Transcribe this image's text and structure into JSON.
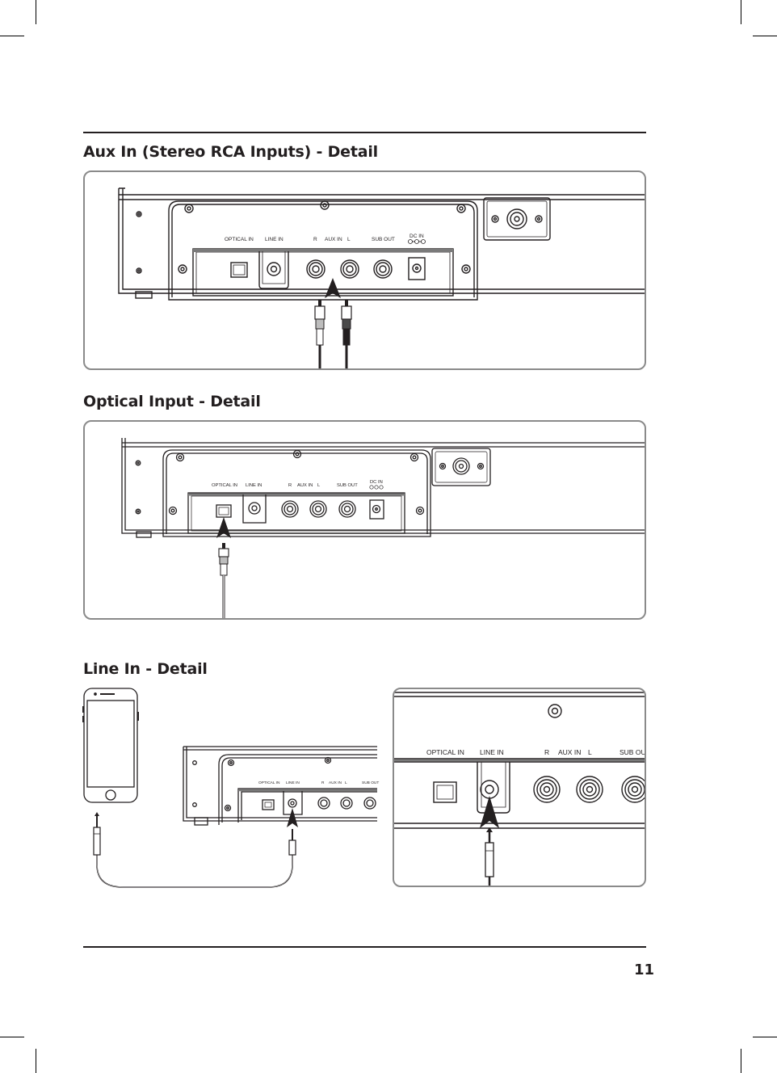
{
  "sections": {
    "aux": {
      "title": "Aux In (Stereo RCA Inputs) - Detail",
      "labels": {
        "optical": "OPTICAL IN",
        "line": "LINE IN",
        "r": "R",
        "aux": "AUX IN",
        "l": "L",
        "sub": "SUB OUT",
        "dc": "DC IN"
      }
    },
    "optical": {
      "title": "Optical Input - Detail",
      "labels": {
        "optical": "OPTICAL IN",
        "line": "LINE IN",
        "r": "R",
        "aux": "AUX IN",
        "l": "L",
        "sub": "SUB OUT",
        "dc": "DC IN"
      }
    },
    "linein": {
      "title": "Line In - Detail",
      "small_labels": {
        "optical": "OPTICAL IN",
        "line": "LINE IN",
        "r": "R",
        "aux": "AUX IN",
        "l": "L",
        "sub": "SUB OUT"
      },
      "zoom_labels": {
        "optical": "OPTICAL IN",
        "line": "LINE IN",
        "r": "R",
        "aux": "AUX IN",
        "l": "L",
        "sub": "SUB OUT"
      }
    }
  },
  "page_number": "11"
}
